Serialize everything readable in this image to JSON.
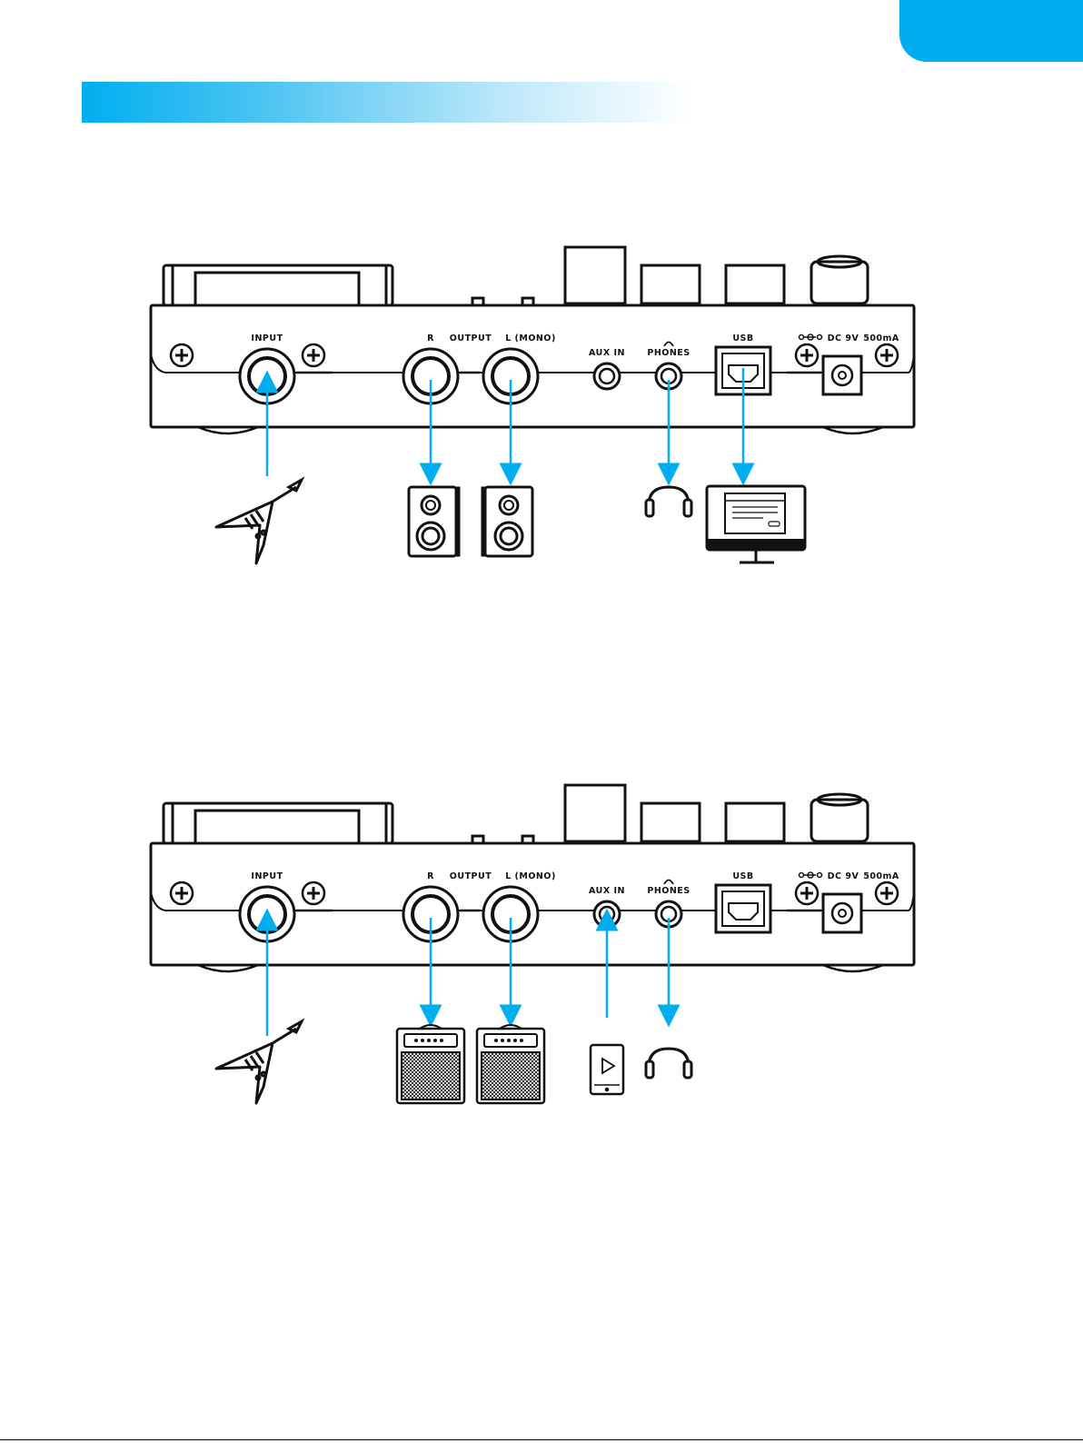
{
  "panel_labels": {
    "input": "INPUT",
    "r": "R",
    "output": "OUTPUT",
    "l_mono": "L (MONO)",
    "aux_in": "AUX IN",
    "phones": "PHONES",
    "usb": "USB",
    "dc": "DC 9V",
    "ma": "500mA"
  },
  "colors": {
    "accent": "#00aeef",
    "arrow": "#00aeef",
    "line": "#111111"
  },
  "diagrams": [
    {
      "devices": [
        "guitar-icon",
        "speaker-icon",
        "speaker-icon",
        "headphones-icon",
        "computer-monitor-icon"
      ]
    },
    {
      "devices": [
        "guitar-icon",
        "amplifier-icon",
        "amplifier-icon",
        "tablet-icon",
        "headphones-icon"
      ]
    }
  ]
}
